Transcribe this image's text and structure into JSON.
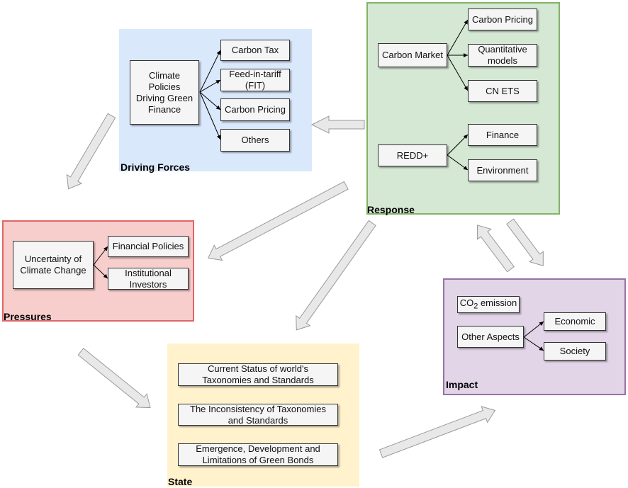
{
  "panels": {
    "driving_forces": {
      "label": "Driving Forces",
      "color": "#dae8fc",
      "root": "Climate\nPolicies\nDriving Green\nFinance",
      "items": [
        "Carbon Tax",
        "Feed-in-tariff\n(FIT)",
        "Carbon Pricing",
        "Others"
      ]
    },
    "response": {
      "label": "Response",
      "color": "#d5e8d4",
      "carbon_market": "Carbon Market",
      "carbon_market_items": [
        "Carbon Pricing",
        "Quantitative\nmodels",
        "CN ETS"
      ],
      "redd": "REDD+",
      "redd_items": [
        "Finance",
        "Environment"
      ]
    },
    "pressures": {
      "label": "Pressures",
      "color": "#f8cecc",
      "root": "Uncertainty of\nClimate Change",
      "items": [
        "Financial Policies",
        "Institutional\nInvestors"
      ]
    },
    "state": {
      "label": "State",
      "color": "#fff2cc",
      "items": [
        "Current Status of world's\nTaxonomies and Standards",
        "The Inconsistency of Taxonomies\nand Standards",
        "Emergence, Development and\nLimitations of Green Bonds"
      ]
    },
    "impact": {
      "label": "Impact",
      "color": "#e1d5e7",
      "co2": "CO",
      "co2_sub": "2",
      "co2_suffix": " emission",
      "other": "Other Aspects",
      "other_items": [
        "Economic",
        "Society"
      ]
    }
  }
}
